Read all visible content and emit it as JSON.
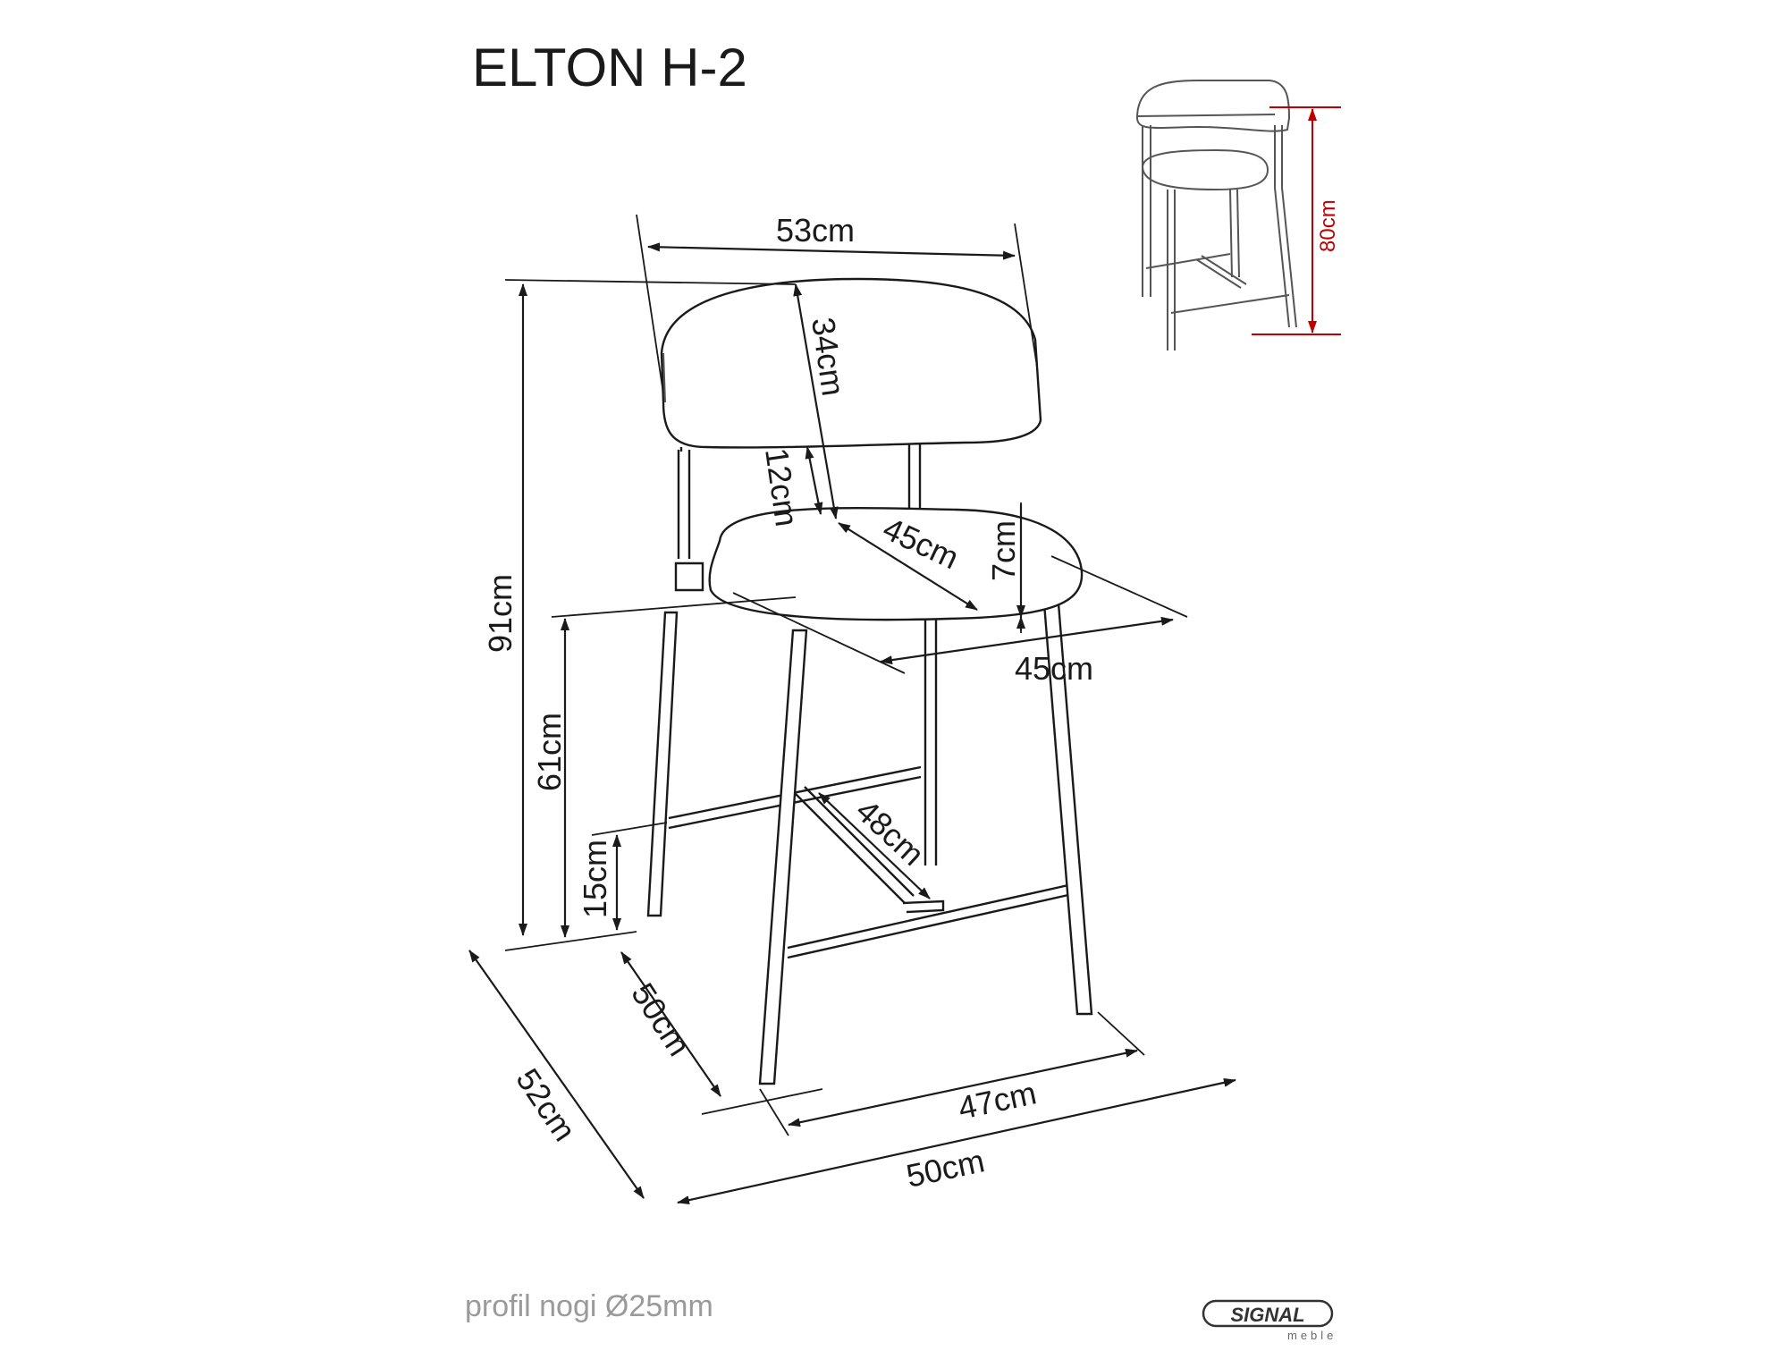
{
  "title": "ELTON H-2",
  "footer_note": "profil nogi Ø25mm",
  "brand": {
    "name": "SIGNAL",
    "sub": "meble"
  },
  "dimensions": {
    "backrest_width": "53cm",
    "backrest_height": "34cm",
    "backrest_gap": "12cm",
    "seat_depth": "45cm",
    "seat_thickness": "7cm",
    "seat_width": "45cm",
    "total_height": "91cm",
    "seat_height": "61cm",
    "footrest_height": "15cm",
    "footrest_length": "48cm",
    "base_depth_inner": "50cm",
    "base_depth_outer": "52cm",
    "base_width_inner": "47cm",
    "base_width_outer": "50cm"
  },
  "inset": {
    "height_label": "80cm"
  },
  "colors": {
    "line": "#1a1a1a",
    "accent_red": "#c00000",
    "footer_gray": "#9a9a9a"
  }
}
